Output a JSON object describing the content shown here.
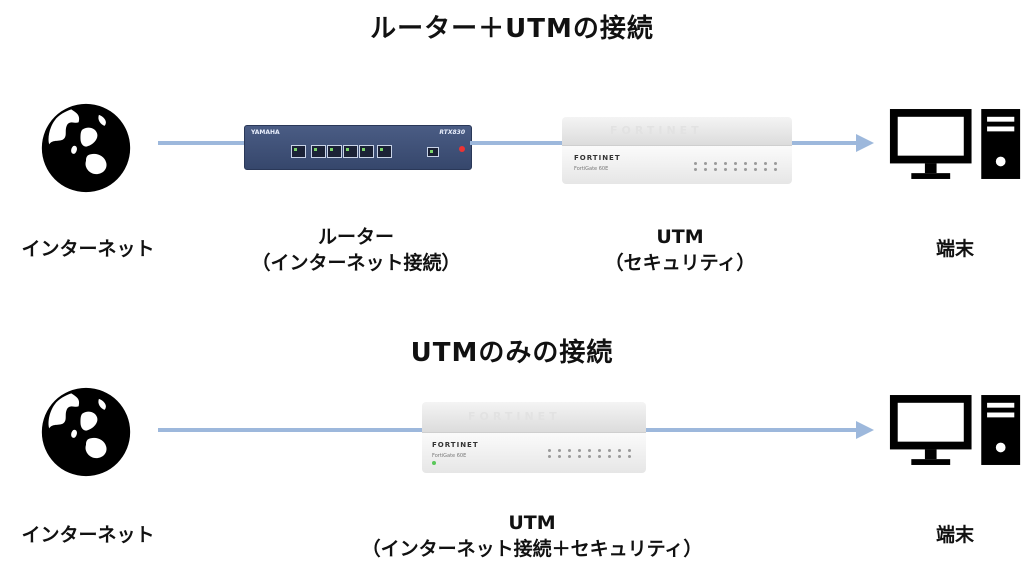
{
  "diagram1": {
    "title": "ルーター＋UTMの接続",
    "internet_label": "インターネット",
    "router_label_1": "ルーター",
    "router_label_2": "（インターネット接続）",
    "utm_label_1": "UTM",
    "utm_label_2": "（セキュリティ）",
    "terminal_label": "端末"
  },
  "diagram2": {
    "title": "UTMのみの接続",
    "internet_label": "インターネット",
    "utm_label_1": "UTM",
    "utm_label_2": "（インターネット接続＋セキュリティ）",
    "terminal_label": "端末"
  },
  "devices": {
    "router_brand": "YAMAHA",
    "router_model": "RTX830",
    "utm_brand": "FORTINET",
    "utm_model": "FortiGate 60E"
  },
  "colors": {
    "connector": "#9db8dc",
    "router_body": "#3f5078",
    "utm_body": "#eeeeee",
    "brand_red": "#d3232a"
  }
}
